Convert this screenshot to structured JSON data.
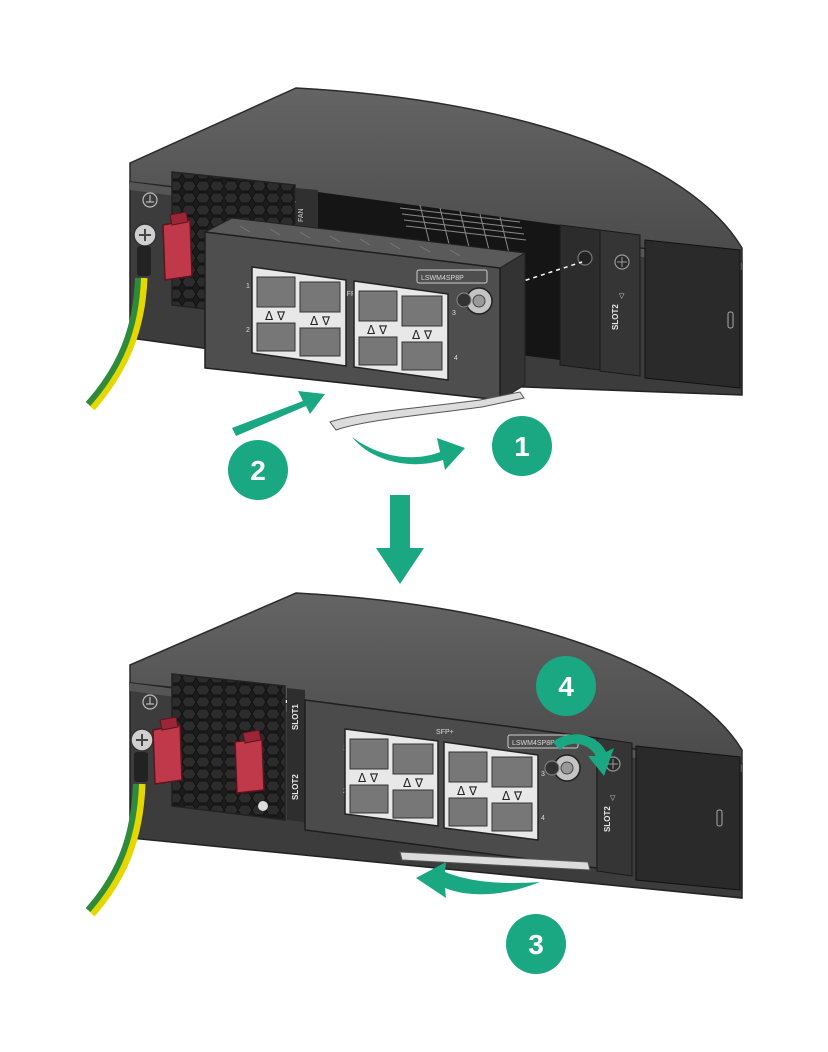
{
  "colors": {
    "accent": "#1aa882",
    "chassis_top": "#5a5a5a",
    "chassis_front": "#3d3d3d",
    "module": "#4e4e4e",
    "latch_red": "#c0394b",
    "ground_green": "#2e8b3c",
    "ground_yellow": "#e5d700"
  },
  "steps": [
    {
      "label": "1"
    },
    {
      "label": "2"
    },
    {
      "label": "3"
    },
    {
      "label": "4"
    }
  ],
  "module": {
    "sfp_label": "SFP+",
    "model_label": "LSWM4SP8P",
    "port_numbers": [
      "1",
      "2",
      "3",
      "4"
    ],
    "port_triangles": "Δ ∇"
  },
  "chassis": {
    "slot1_label": "SLOT1",
    "slot2_label": "SLOT2",
    "fan_label": "FAN",
    "ground_symbol": "⏚"
  },
  "icons": {
    "step_marker": "circle-badge-icon",
    "motion_arrow": "curved-arrow-icon",
    "transition_arrow": "arrow-down-icon",
    "ground": "ground-icon",
    "screw": "screw-icon"
  }
}
